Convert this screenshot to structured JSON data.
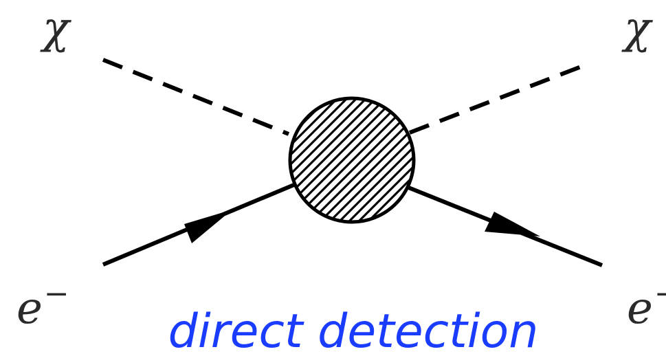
{
  "diagram": {
    "particles": {
      "top_left": "χ",
      "top_right": "χ",
      "bottom_left": "e",
      "bottom_right": "e",
      "electron_superscript": "−"
    },
    "caption": "direct detection",
    "caption_color": "#1a3cff",
    "line_color": "#000000"
  }
}
